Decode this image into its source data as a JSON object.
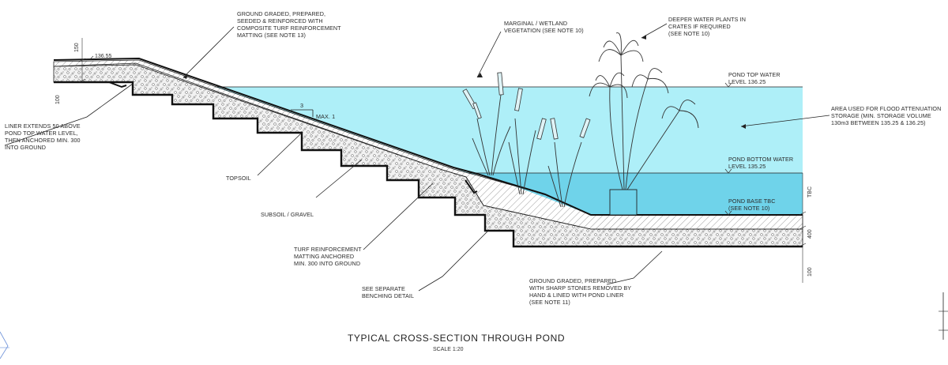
{
  "title": "TYPICAL CROSS-SECTION THROUGH POND",
  "scale": "SCALE 1:20",
  "labels": {
    "ground_graded_top": [
      "GROUND GRADED, PREPARED,",
      "SEEDED & REINFORCED WITH",
      "COMPOSITE TURF REINFORCEMENT",
      "MATTING (SEE NOTE 13)"
    ],
    "marginal": [
      "MARGINAL / WETLAND",
      "VEGETATION (SEE NOTE 10)"
    ],
    "deeper_plants": [
      "DEEPER WATER PLANTS IN",
      "CRATES IF REQUIRED",
      "(SEE NOTE 10)"
    ],
    "pond_top": [
      "POND TOP WATER",
      "LEVEL 136.25"
    ],
    "flood_area": [
      "AREA USED FOR FLOOD ATTENUATION",
      "STORAGE (MIN. STORAGE VOLUME",
      "130m3 BETWEEN 135.25 & 136.25)"
    ],
    "liner": [
      "LINER EXTENDS 50 ABOVE",
      "POND TOP WATER LEVEL,",
      "THEN ANCHORED MIN. 300",
      "INTO GROUND"
    ],
    "topsoil": "TOPSOIL",
    "subsoil": "SUBSOIL / GRAVEL",
    "pond_bottom": [
      "POND BOTTOM WATER",
      "LEVEL 135.25"
    ],
    "pond_base": [
      "POND BASE TBC",
      "(SEE NOTE 10)"
    ],
    "turf_matting": [
      "TURF REINFORCEMENT",
      "MATTING ANCHORED",
      "MIN. 300 INTO GROUND"
    ],
    "benching": [
      "SEE SEPARATE",
      "BENCHING DETAIL"
    ],
    "ground_graded_base": [
      "GROUND GRADED, PREPARED",
      "WITH SHARP STONES REMOVED BY",
      "HAND & LINED WITH POND LINER",
      "(SEE NOTE 11)"
    ],
    "slope_run": "3",
    "slope_text": "MAX. 1"
  },
  "dimensions": {
    "top_level": "136.55",
    "topsoil_thickness": "150",
    "subsoil_thickness": "100",
    "base_tbc": "TBC",
    "base_400": "400",
    "base_100": "100"
  },
  "colors": {
    "water_upper": "#aeeff8",
    "water_lower": "#6fd3ea",
    "line": "#1a1a1a"
  }
}
